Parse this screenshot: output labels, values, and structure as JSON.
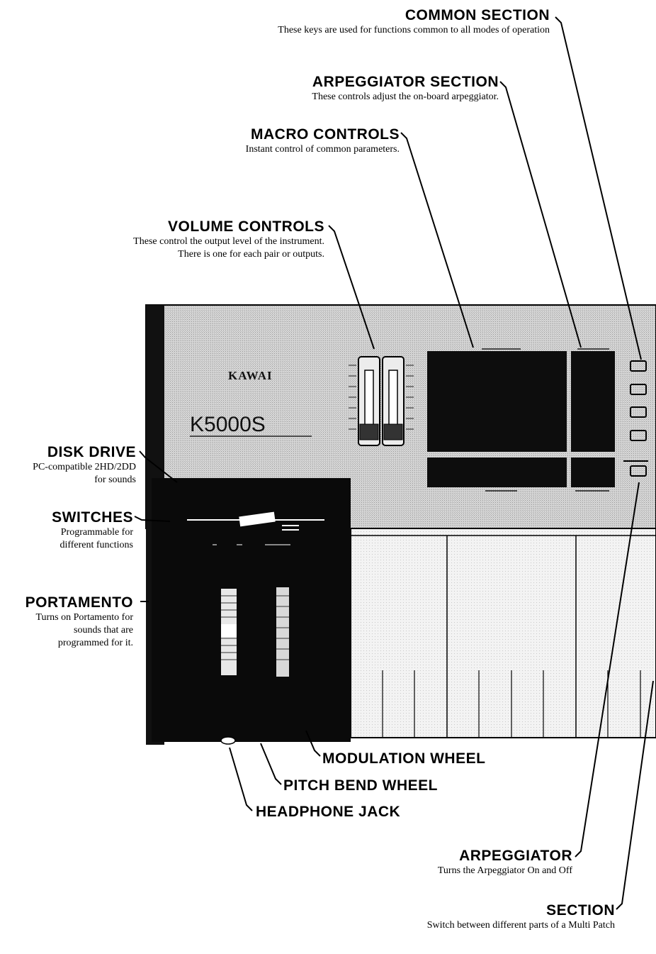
{
  "brand": {
    "name": "KAWAI",
    "model": "K5000S"
  },
  "callouts": {
    "common_section": {
      "title": "COMMON SECTION",
      "desc": "These keys are used for functions common to all modes of operation"
    },
    "arpeggiator_section": {
      "title": "ARPEGGIATOR SECTION",
      "desc": "These controls adjust the on-board arpeggiator."
    },
    "macro_controls": {
      "title": "MACRO CONTROLS",
      "desc": "Instant control of common parameters."
    },
    "volume_controls": {
      "title": "VOLUME CONTROLS",
      "desc_line1": "These control the output level of the instrument.",
      "desc_line2": "There is one for each pair or outputs."
    },
    "disk_drive": {
      "title": "DISK DRIVE",
      "desc_line1": "PC-compatible 2HD/2DD",
      "desc_line2": "for sounds"
    },
    "switches": {
      "title": "SWITCHES",
      "desc_line1": "Programmable for",
      "desc_line2": "different functions"
    },
    "portamento": {
      "title": "PORTAMENTO",
      "desc_line1": "Turns on Portamento for",
      "desc_line2": "sounds that are",
      "desc_line3": "programmed for it."
    },
    "modulation_wheel": {
      "title": "MODULATION WHEEL"
    },
    "pitch_bend_wheel": {
      "title": "PITCH BEND WHEEL"
    },
    "headphone_jack": {
      "title": "HEADPHONE JACK"
    },
    "arpeggiator": {
      "title": "ARPEGGIATOR",
      "desc": "Turns the Arpeggiator On and Off"
    },
    "section": {
      "title": "SECTION",
      "desc": "Switch between different parts of a Multi Patch"
    }
  }
}
